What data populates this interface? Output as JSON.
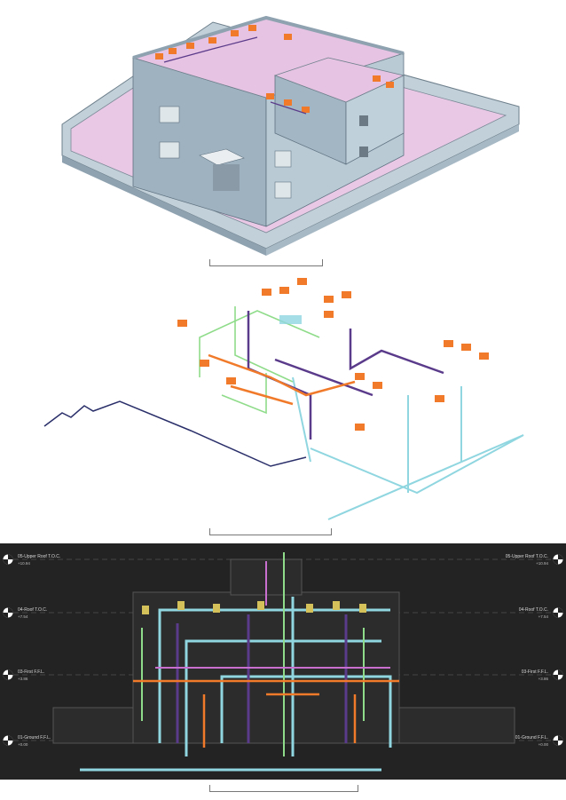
{
  "section": {
    "levels_left": [
      {
        "name": "05-Upper Roof T.O.C.",
        "elev": "+10.94"
      },
      {
        "name": "04-Roof T.O.C.",
        "elev": "+7.54"
      },
      {
        "name": "03-First F.F.L.",
        "elev": "+3.86"
      },
      {
        "name": "01-Ground F.F.L.",
        "elev": "+0.00"
      }
    ],
    "levels_right": [
      {
        "name": "05-Upper Roof T.O.C.",
        "elev": "+10.94"
      },
      {
        "name": "04-Roof T.O.C.",
        "elev": "+7.54"
      },
      {
        "name": "03-First F.F.L.",
        "elev": "+3.86"
      },
      {
        "name": "01-Ground F.F.L.",
        "elev": "+0.00"
      }
    ]
  },
  "colors": {
    "wall": "#a9bcc8",
    "floor": "#e8c4e4",
    "duct_orange": "#f07a2a",
    "pipe_cyan": "#8fd6e0",
    "pipe_purple": "#5a3a8a",
    "pipe_green": "#8fdc8a",
    "pipe_navy": "#2a2f6a",
    "section_bg": "#232323"
  }
}
